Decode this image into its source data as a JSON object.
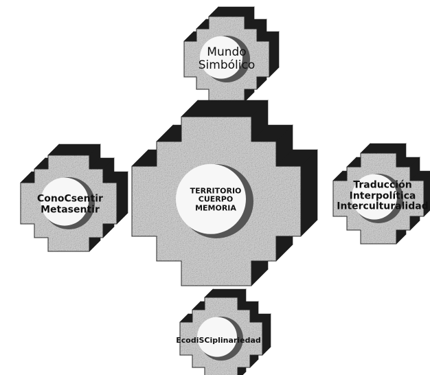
{
  "diagram": {
    "nodes": [
      {
        "id": "top",
        "lines": [
          "Mundo",
          "Simbólico"
        ]
      },
      {
        "id": "left",
        "lines": [
          "ConoCsentir",
          "Metasentir"
        ]
      },
      {
        "id": "center",
        "lines": [
          "TERRITORIO",
          "CUERPO",
          "MEMORIA"
        ]
      },
      {
        "id": "right",
        "lines": [
          "Traducción",
          "Interpolítica",
          "Interculturalidad"
        ]
      },
      {
        "id": "bottom",
        "lines": [
          "EcodiSCiplinariedad"
        ]
      }
    ]
  },
  "colors": {
    "background": "#ffffff",
    "stone_light": "#d3d3d3",
    "stone_dark": "#3a3a3a",
    "side_face": "#1c1c1c",
    "hole": "#f7f7f7"
  }
}
